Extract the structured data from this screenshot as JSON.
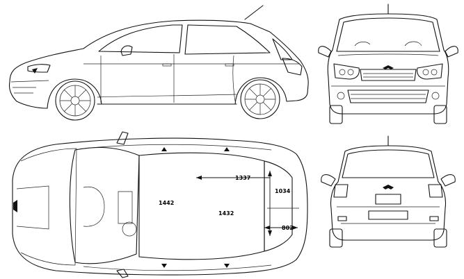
{
  "dimensions": {
    "length_label": "1442",
    "width_front_label": "1432",
    "width_rear_label": "1337",
    "height_label": "1034",
    "overhang_label": "802"
  },
  "views": [
    "side",
    "front",
    "top",
    "rear"
  ]
}
